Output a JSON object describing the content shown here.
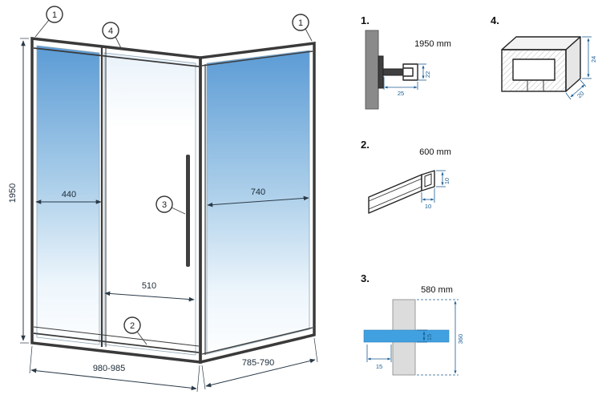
{
  "colors": {
    "frame_line": "#3a3a3a",
    "dimension_line": "#2b3a48",
    "detail_dimension": "#1b5e93",
    "glass_blue": "#5b9bd5",
    "glass_fade": "#ffffff",
    "wall_gray": "#8a8a8a",
    "handle_profile_gray": "#dcdcdc",
    "glass_bar_blue": "#41a0e0"
  },
  "main": {
    "callout_top_left": "1",
    "callout_top_rail": "4",
    "callout_top_right": "1",
    "callout_handle": "3",
    "callout_bottom_rail": "2",
    "dim_height": "1950",
    "dim_fixed_panel": "440",
    "dim_side_panel": "740",
    "dim_door": "510",
    "dim_front_width": "980-985",
    "dim_side_width": "785-790"
  },
  "detail1": {
    "label": "1.",
    "size": "1950 mm",
    "dim_a": "22",
    "dim_b": "25"
  },
  "detail2": {
    "label": "2.",
    "size": "600 mm",
    "dim_a": "10",
    "dim_b": "10"
  },
  "detail3": {
    "label": "3.",
    "size": "580 mm",
    "dim_a": "15",
    "dim_b": "15",
    "dim_c": "360"
  },
  "detail4": {
    "label": "4.",
    "dim_a": "24",
    "dim_b": "20"
  }
}
